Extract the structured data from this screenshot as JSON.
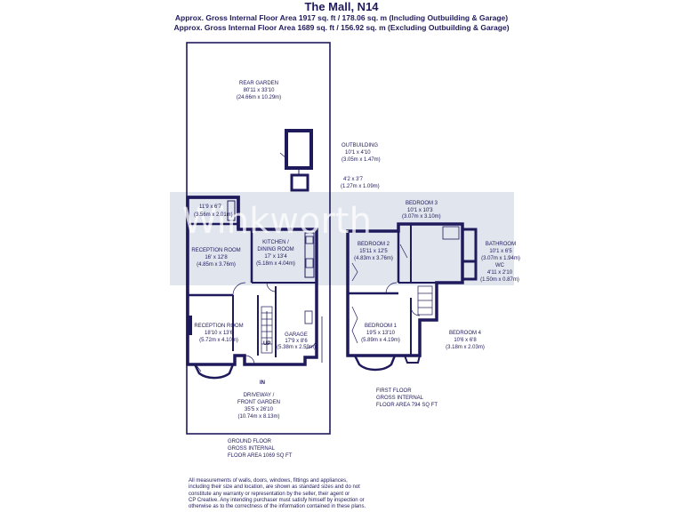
{
  "header": {
    "title": "The Mall, N14",
    "line1": "Approx. Gross Internal Floor Area 1917 sq. ft / 178.06 sq. m (Including Outbuilding & Garage)",
    "line2": "Approx. Gross Internal Floor Area 1689 sq. ft / 156.92 sq. m (Excluding Outbuilding & Garage)"
  },
  "watermark": "Winkworth",
  "rooms": {
    "rear_garden": {
      "name": "REAR GARDEN",
      "imperial": "80'11 x 33'10",
      "metric": "(24.66m x 10.29m)"
    },
    "outbuilding": {
      "name": "OUTBUILDING",
      "imperial": "10'1 x 4'10",
      "metric": "(3.05m x 1.47m)"
    },
    "store": {
      "imperial": "4'2 x 3'7",
      "metric": "(1.27m x 1.09m)"
    },
    "utility": {
      "imperial": "11'9 x 6'7",
      "metric": "(3.56m x 2.01m)"
    },
    "reception_rear": {
      "name": "RECEPTION ROOM",
      "imperial": "16' x 12'8",
      "metric": "(4.85m x 3.76m)"
    },
    "kitchen": {
      "name1": "KITCHEN /",
      "name2": "DINING ROOM",
      "imperial": "17' x 13'4",
      "metric": "(5.18m x 4.04m)"
    },
    "reception_front": {
      "name": "RECEPTION ROOM",
      "imperial": "18'10 x 13'6",
      "metric": "(5.72m x 4.10m)"
    },
    "garage": {
      "name": "GARAGE",
      "imperial": "17'9 x 8'6",
      "metric": "(5.38m x 2.59m)"
    },
    "driveway": {
      "name1": "DRIVEWAY /",
      "name2": "FRONT GARDEN",
      "imperial": "35'5 x 26'10",
      "metric": "(10.74m x 8.13m)"
    },
    "bedroom3": {
      "name": "BEDROOM 3",
      "imperial": "10'1 x 10'3",
      "metric": "(3.07m x 3.10m)"
    },
    "bedroom2": {
      "name": "BEDROOM 2",
      "imperial": "15'11 x 12'5",
      "metric": "(4.83m x 3.76m)"
    },
    "bathroom": {
      "name": "BATHROOM",
      "imperial": "10'1 x 6'5",
      "metric": "(3.07m x 1.94m)"
    },
    "wc": {
      "name": "WC",
      "imperial": "4'11 x 2'10",
      "metric": "(1.50m x 0.87m)"
    },
    "bedroom1": {
      "name": "BEDROOM 1",
      "imperial": "19'5 x 13'10",
      "metric": "(5.89m x 4.19m)"
    },
    "bedroom4": {
      "name": "BEDROOM 4",
      "imperial": "10'6 x 6'8",
      "metric": "(3.18m x 2.03m)"
    }
  },
  "markers": {
    "up": "UP",
    "in": "IN"
  },
  "floors": {
    "ground": {
      "l1": "GROUND FLOOR",
      "l2": "GROSS INTERNAL",
      "l3": "FLOOR AREA 1069 SQ FT"
    },
    "first": {
      "l1": "FIRST FLOOR",
      "l2": "GROSS INTERNAL",
      "l3": "FLOOR AREA 794 SQ FT"
    }
  },
  "disclaimer": {
    "l1": "All measurements of walls, doors, windows, fittings and appliances,",
    "l2": "including their size and location, are shown as standard sizes and do not",
    "l3": "constitute any warranty or representation by the seller, their agent or",
    "l4": "CP Creative. Any intending purchaser must satisfy himself by inspection or",
    "l5": "otherwise as to the correctness of the information contained in these plans."
  },
  "colors": {
    "wall": "#1f1a5c",
    "watermark_band": "#c9cfe0"
  }
}
